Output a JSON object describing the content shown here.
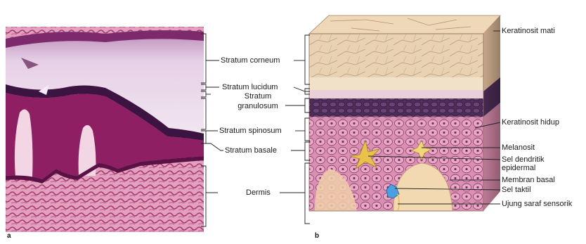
{
  "figure": {
    "panel_a": {
      "letter": "a",
      "layers": [
        {
          "id": "corneum",
          "label": "Stratum corneum"
        },
        {
          "id": "lucidum",
          "label": "Stratum lucidum"
        },
        {
          "id": "granulosum",
          "label_line1": "Stratum",
          "label_line2": "granulosum"
        },
        {
          "id": "spinosum",
          "label": "Stratum spinosum"
        },
        {
          "id": "basale",
          "label": "Stratum basale"
        },
        {
          "id": "dermis",
          "label": "Dermis"
        }
      ]
    },
    "panel_b": {
      "letter": "b",
      "labels": {
        "keratinosit_mati": "Keratinosit mati",
        "keratinosit_hidup": "Keratinosit hidup",
        "melanosit": "Melanosit",
        "sel_dendritik_1": "Sel dendritik",
        "sel_dendritik_2": "epidermal",
        "membran_basal": "Membran basal",
        "sel_taktil": "Sel taktil",
        "ujung_saraf": "Ujung saraf sensorik"
      }
    },
    "colors": {
      "histology_stain": "#8e1f63",
      "dermis_stain": "#d77fa6",
      "stratum_corneum_light": "#e6d3e6",
      "block_corneum": "#e8cfae",
      "block_living_layer": "#5b3a63",
      "block_cells": "#d98fae",
      "melanocyte": "#e8c24a",
      "tactile_cell": "#4aa0e0"
    }
  }
}
